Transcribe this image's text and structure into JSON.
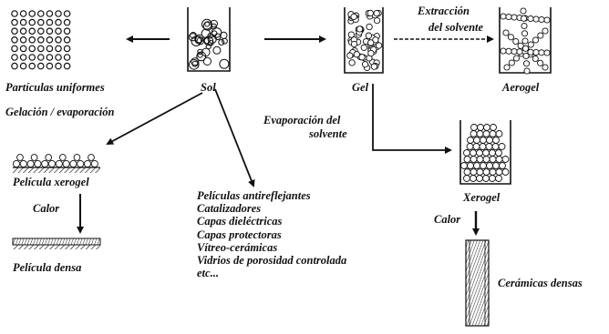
{
  "labels": {
    "uniform_particles": "Partículas uniformes",
    "sol": "Sol",
    "gel": "Gel",
    "extraction": "Extracción",
    "of_solvent": "del solvente",
    "aerogel": "Aerogel",
    "gelation": "Gelación / evaporación",
    "evaporation_of": "Evaporación del",
    "solvent": "solvente",
    "xerogel_film": "Película xerogel",
    "heat_left": "Calor",
    "dense_film": "Película densa",
    "xerogel": "Xerogel",
    "heat_right": "Calor",
    "dense_ceramics": "Cerámicas densas"
  },
  "applications": [
    "Películas antireflejantes",
    "Catalizadores",
    "Capas dieléctricas",
    "Capas protectoras",
    "Vítreo-cerámicas",
    "Vidrios de porosidad controlada",
    "etc..."
  ]
}
